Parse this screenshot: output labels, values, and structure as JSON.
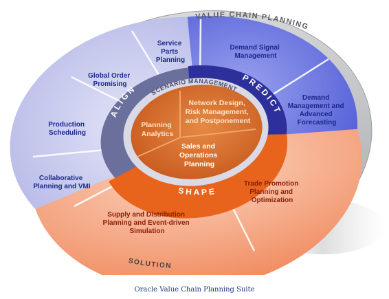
{
  "caption": "Oracle Value Chain Planning Suite",
  "rim": {
    "top_label": "VALUE CHAIN PLANNING",
    "bottom_label": "SOLUTION"
  },
  "middle_ring": {
    "scenario_label": "SCENARIO MANAGEMENT",
    "align_label": "ALIGN",
    "predict_label": "PREDICT",
    "shape_label": "SHAPE"
  },
  "core": {
    "planning_analytics": [
      "Planning",
      "Analytics"
    ],
    "network_design": [
      "Network Design,",
      "Risk Management,",
      "and Postponement"
    ],
    "sales_operations": [
      "Sales and",
      "Operations",
      "Planning"
    ]
  },
  "segments": {
    "service_parts": [
      "Service",
      "Parts",
      "Planning"
    ],
    "global_order": [
      "Global Order",
      "Promising"
    ],
    "production_scheduling": [
      "Production",
      "Scheduling"
    ],
    "collaborative": [
      "Collaborative",
      "Planning and VMI"
    ],
    "demand_signal": [
      "Demand Signal",
      "Management"
    ],
    "demand_management": [
      "Demand",
      "Management and",
      "Advanced",
      "Forecasting"
    ],
    "trade_promotion": [
      "Trade  Promotion",
      "Planning and",
      "Optimization"
    ],
    "supply_distribution": [
      "Supply and Distribution",
      "Planning and Event-driven",
      "Simulation"
    ]
  },
  "colors": {
    "align_panel": "#c9cbef",
    "predict_panel": "#6e78e0",
    "shape_panel": "#f39a72",
    "align_ring": "#6a6f9c",
    "predict_ring": "#2d2f9a",
    "shape_ring": "#e8631c",
    "core_orange": "#dd6f22",
    "rim_grey": "#bfc0c3",
    "blue_text": "#1b2a8a",
    "red_text": "#8a1e05"
  }
}
